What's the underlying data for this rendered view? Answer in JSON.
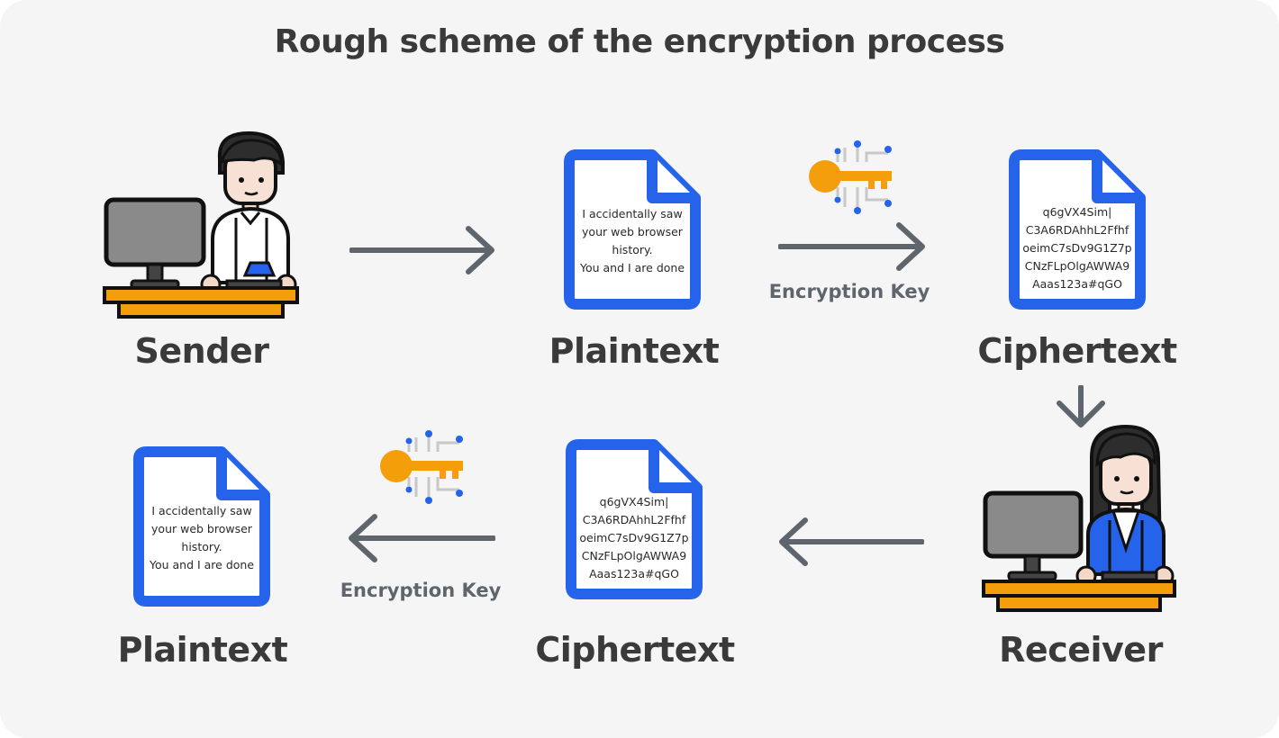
{
  "title": "Rough scheme of the encryption process",
  "nodes": {
    "sender": "Sender",
    "plaintext_top": "Plaintext",
    "ciphertext_top": "Ciphertext",
    "receiver": "Receiver",
    "ciphertext_bottom": "Ciphertext",
    "plaintext_bottom": "Plaintext"
  },
  "key_labels": {
    "top": "Encryption Key",
    "bottom": "Encryption Key"
  },
  "plaintext_lines": [
    "I accidentally saw",
    "your web browser",
    "history.",
    "You and I are done"
  ],
  "ciphertext_lines": [
    "q6gVX4Sim|",
    "C3A6RDAhhL2Ffhf",
    "oeimC7sDv9G1Z7p",
    "CNzFLpOlgAWWA9",
    "Aaas123a#qGO"
  ],
  "colors": {
    "doc_blue": "#2563eb",
    "desk_orange": "#f59e0b",
    "key_orange": "#f59e0b",
    "arrow_gray": "#5f656d",
    "text_dark": "#3a3a3a"
  }
}
